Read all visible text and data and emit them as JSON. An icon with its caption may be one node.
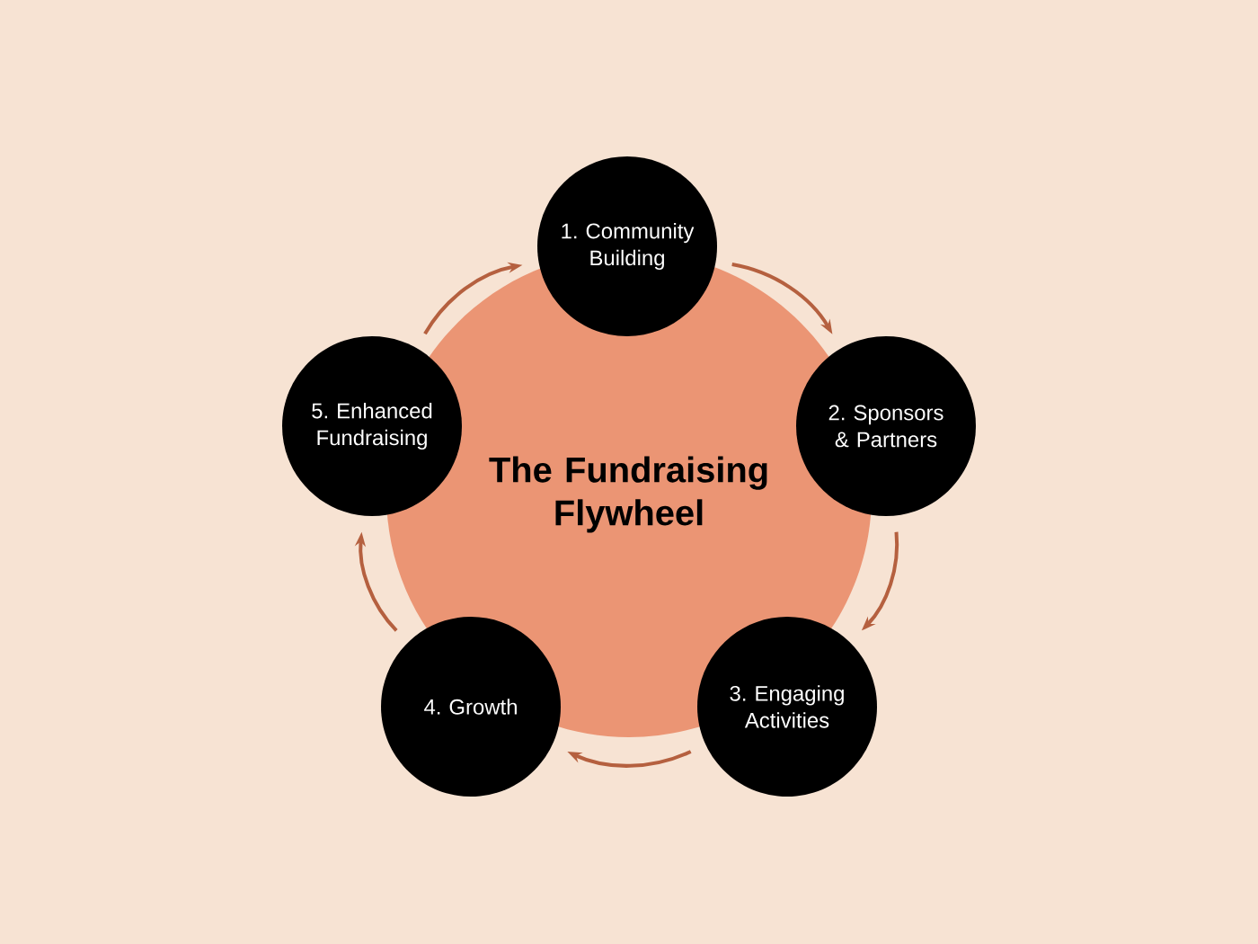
{
  "diagram": {
    "nodes": [
      {
        "text": [
          "The Fundraising Flywheel"
        ]
      },
      {
        "text": [
          "1. Community Building"
        ]
      },
      {
        "text": [
          "2. Sponsors & Partners"
        ]
      },
      {
        "text": [
          "3. Engaging Activities"
        ]
      },
      {
        "text": [
          "4. Growth"
        ]
      },
      {
        "text": [
          "5. Enhanced Fundraising"
        ]
      }
    ],
    "edges": [
      {
        "from": 1,
        "to": 2,
        "arrow": "to"
      },
      {
        "from": 2,
        "to": 3,
        "arrow": "to"
      },
      {
        "from": 3,
        "to": 4,
        "arrow": "to"
      },
      {
        "from": 4,
        "to": 5,
        "arrow": "to"
      },
      {
        "from": 5,
        "to": 1,
        "arrow": "to"
      }
    ]
  }
}
